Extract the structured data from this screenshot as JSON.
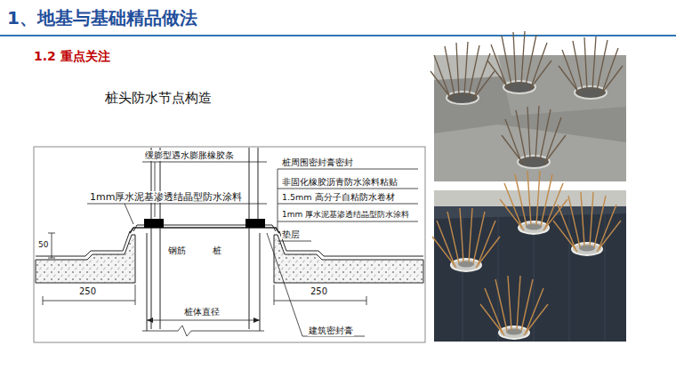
{
  "diagram": {
    "title": "1、地基与基础精品做法",
    "labels": [
      "1.2 重点关注",
      "桩头防水节点构造",
      "缓膨型遇水膨胀橡胶条",
      "1mm厚水泥基渗透结晶型防水涂料",
      "桩周围密封膏密封",
      "非固化橡胶沥青防水涂料粘贴",
      "1.5mm 高分子自粘防水卷材",
      "1mm 厚水泥基渗透结晶型防水涂料",
      "垫层",
      "50",
      "钢筋",
      "桩",
      "250",
      "250",
      "桩体直径",
      "建筑密封膏"
    ]
  }
}
